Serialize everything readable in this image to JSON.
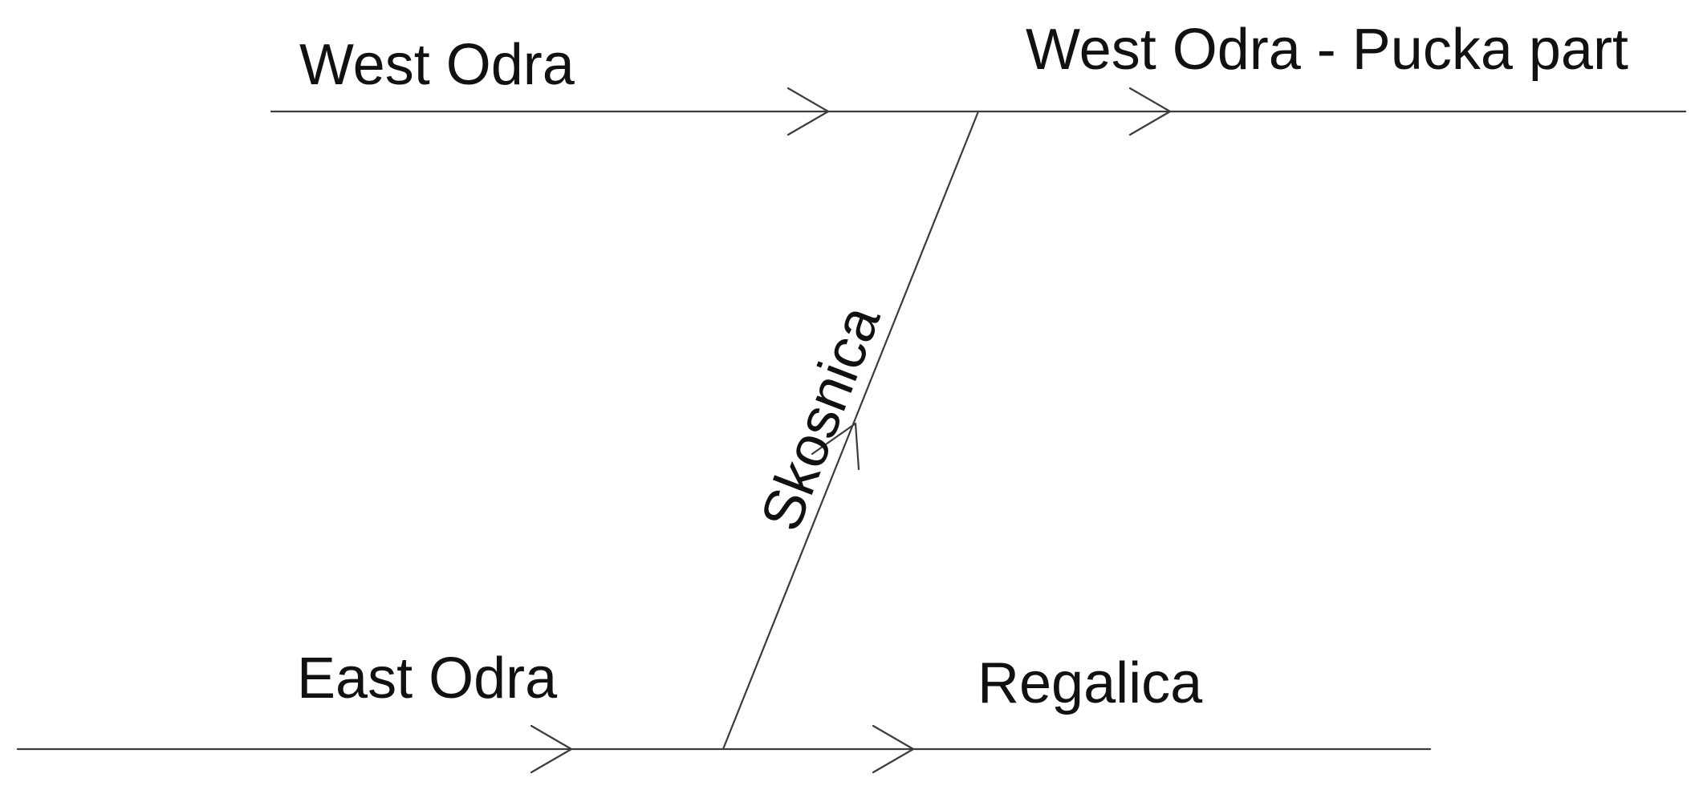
{
  "diagram": {
    "labels": {
      "west_odra": "West Odra",
      "west_odra_pucka": "West Odra - Pucka part",
      "skosnica": "Skosnica",
      "east_odra": "East Odra",
      "regalica": "Regalica"
    },
    "line_color": "#3c3c3c",
    "text_color": "#111111"
  }
}
